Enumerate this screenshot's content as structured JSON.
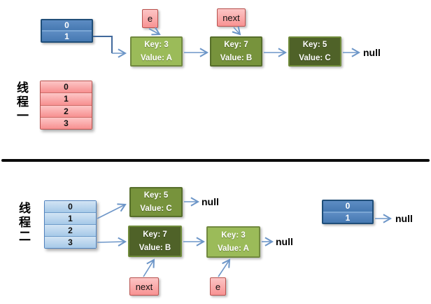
{
  "colors": {
    "bucket_blue": "#4f81bd",
    "table_blue_light": "#b9d5ee",
    "table_pink": "#f9a0a0",
    "node_green_light": "#9bbb59",
    "node_green_mid": "#77933c",
    "node_green_dark": "#4f6228",
    "pointer_pink": "#f89898",
    "arrow_blue": "#6d96c8",
    "divider_black": "#0b0b0b"
  },
  "top": {
    "thread_label": "线程一",
    "bucket": {
      "rows": [
        "0",
        "1"
      ]
    },
    "pointer_e": "e",
    "pointer_next": "next",
    "nodes": [
      {
        "key": "Key: 3",
        "value": "Value: A"
      },
      {
        "key": "Key: 7",
        "value": "Value: B"
      },
      {
        "key": "Key: 5",
        "value": "Value: C"
      }
    ],
    "null_label": "null",
    "table": {
      "rows": [
        "0",
        "1",
        "2",
        "3"
      ]
    }
  },
  "bottom": {
    "thread_label": "线程二",
    "table": {
      "rows": [
        "0",
        "1",
        "2",
        "3"
      ]
    },
    "node_key5": {
      "key": "Key: 5",
      "value": "Value: C"
    },
    "node_key7": {
      "key": "Key: 7",
      "value": "Value: B"
    },
    "node_key3": {
      "key": "Key: 3",
      "value": "Value: A"
    },
    "pointer_next": "next",
    "pointer_e": "e",
    "bucket": {
      "rows": [
        "0",
        "1"
      ]
    },
    "null_after_key5": "null",
    "null_after_key3": "null",
    "null_after_bucket": "null"
  }
}
